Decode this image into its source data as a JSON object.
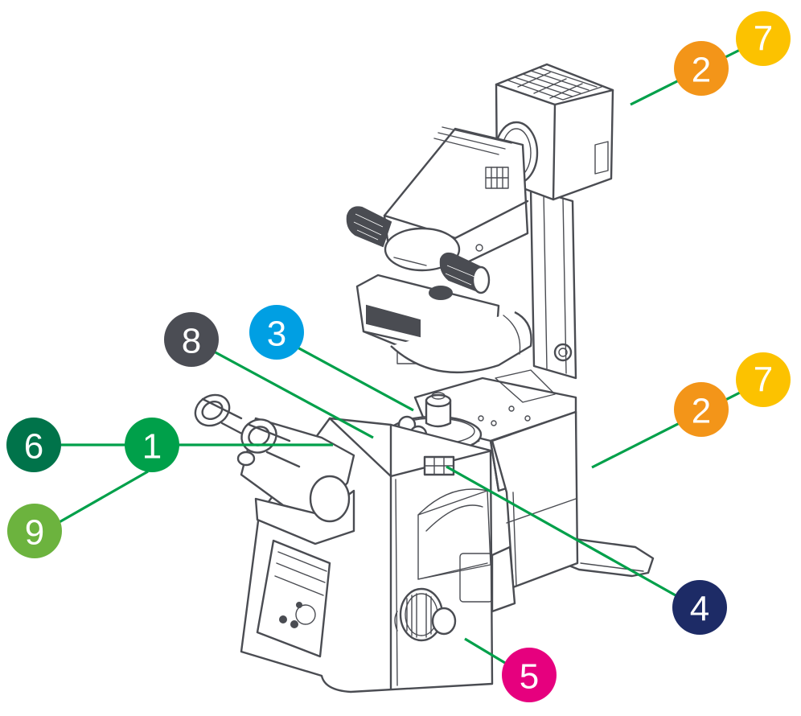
{
  "figure": {
    "subject": "inverted fluorescence microscope line drawing",
    "leader_color": "#00a04a",
    "line_art_color": "#4a4c52",
    "background": "#ffffff"
  },
  "callouts": [
    {
      "id": "c1",
      "label": "1",
      "color": "#00a04a"
    },
    {
      "id": "c2a",
      "label": "2",
      "color": "#f39519"
    },
    {
      "id": "c7a",
      "label": "7",
      "color": "#fcc200"
    },
    {
      "id": "c2b",
      "label": "2",
      "color": "#f39519"
    },
    {
      "id": "c7b",
      "label": "7",
      "color": "#fcc200"
    },
    {
      "id": "c3",
      "label": "3",
      "color": "#009fe3"
    },
    {
      "id": "c4",
      "label": "4",
      "color": "#1d2b66"
    },
    {
      "id": "c5",
      "label": "5",
      "color": "#e6007e"
    },
    {
      "id": "c6",
      "label": "6",
      "color": "#00734a"
    },
    {
      "id": "c8",
      "label": "8",
      "color": "#4b4d54"
    },
    {
      "id": "c9",
      "label": "9",
      "color": "#6cb33e"
    }
  ]
}
